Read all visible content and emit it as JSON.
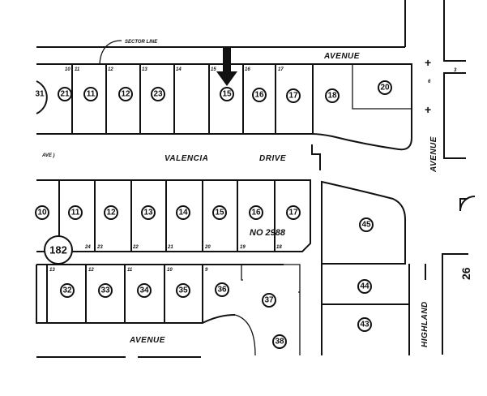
{
  "streets": {
    "top_avenue": "AVENUE",
    "valencia": "VALENCIA",
    "drive": "DRIVE",
    "ave_left": "AVE )",
    "right_avenue": "AVENUE",
    "bottom_avenue": "AVENUE",
    "highland": "HIGHLAND"
  },
  "annotations": {
    "sector_line": "SECTOR LINE",
    "tract_number": "NO 2988",
    "page_ref": "182",
    "adjacent_page": "26",
    "adjacent_block": "3"
  },
  "parcels": {
    "top_row": [
      "31",
      "21",
      "11",
      "12",
      "23",
      "15",
      "16",
      "17",
      "18",
      "20"
    ],
    "middle_row": [
      "10",
      "11",
      "12",
      "13",
      "14",
      "15",
      "16",
      "17",
      "45"
    ],
    "bottom_row": [
      "32",
      "33",
      "34",
      "35",
      "36",
      "37",
      "38",
      "44",
      "43"
    ]
  },
  "lot_numbers": {
    "top_row": [
      "10",
      "11",
      "12",
      "13",
      "14",
      "15",
      "16",
      "17"
    ],
    "middle_row": [
      "24",
      "23",
      "22",
      "21",
      "20",
      "19",
      "18"
    ],
    "bottom_row": [
      "13",
      "12",
      "11",
      "10",
      "9"
    ]
  },
  "highlighted_parcel": "15",
  "colors": {
    "ink": "#111111",
    "paper": "#ffffff"
  }
}
